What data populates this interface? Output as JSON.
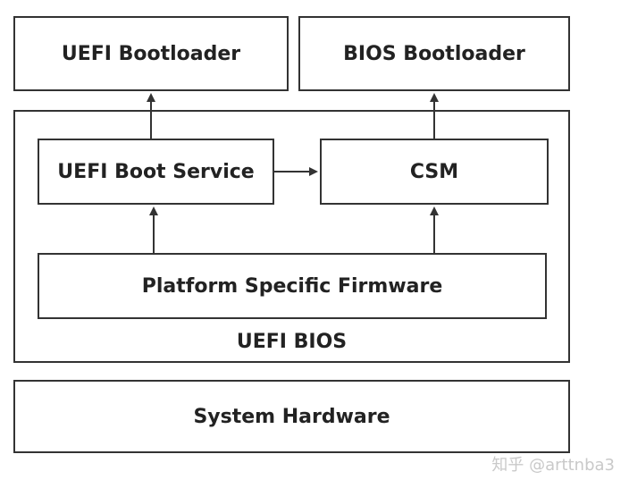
{
  "diagram": {
    "nodes": {
      "uefi_bootloader": "UEFI Bootloader",
      "bios_bootloader": "BIOS Bootloader",
      "uefi_boot_service": "UEFI Boot Service",
      "csm": "CSM",
      "platform_firmware": "Platform Specific Firmware",
      "system_hardware": "System Hardware"
    },
    "container_label": "UEFI BIOS",
    "edges": [
      {
        "from": "platform_firmware",
        "to": "uefi_boot_service"
      },
      {
        "from": "platform_firmware",
        "to": "csm"
      },
      {
        "from": "uefi_boot_service",
        "to": "csm"
      },
      {
        "from": "uefi_boot_service",
        "to": "uefi_bootloader"
      },
      {
        "from": "csm",
        "to": "bios_bootloader"
      }
    ],
    "colors": {
      "stroke": "#333333",
      "text": "#222222",
      "watermark": "#c9c9c9"
    }
  },
  "watermark": "知乎 @arttnba3"
}
